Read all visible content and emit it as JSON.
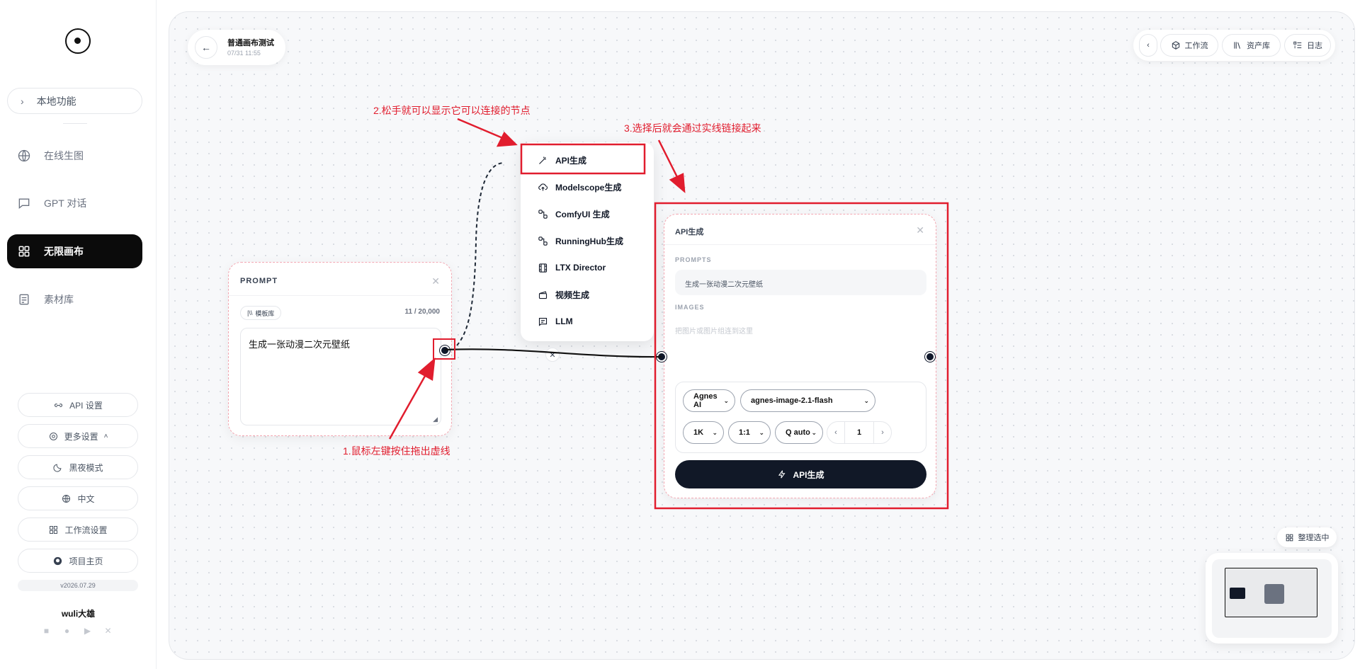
{
  "sidebar": {
    "local_btn": "本地功能",
    "nav": [
      {
        "label": "在线生图",
        "icon": "globe-icon"
      },
      {
        "label": "GPT 对话",
        "icon": "chat-icon"
      },
      {
        "label": "无限画布",
        "icon": "grid-icon"
      },
      {
        "label": "素材库",
        "icon": "library-icon"
      }
    ],
    "settings": [
      {
        "label": "API 设置",
        "icon": "link-icon"
      },
      {
        "label": "更多设置",
        "icon": "gear-icon"
      },
      {
        "label": "黑夜模式",
        "icon": "moon-icon"
      },
      {
        "label": "中文",
        "icon": "globe-icon"
      },
      {
        "label": "工作流设置",
        "icon": "grid-icon"
      },
      {
        "label": "项目主页",
        "icon": "github-icon"
      }
    ],
    "version": "v2026.07.29",
    "username": "wuli大雄"
  },
  "header": {
    "title": "普通画布测试",
    "date": "07/31 11:55"
  },
  "toolbar": {
    "workflow": "工作流",
    "assets": "资产库",
    "logs": "日志"
  },
  "annotations": {
    "step1": "1.鼠标左键按住拖出虚线",
    "step2": "2.松手就可以显示它可以连接的节点",
    "step3": "3.选择后就会通过实线链接起来"
  },
  "prompt_node": {
    "title": "PROMPT",
    "template_btn": "模板库",
    "count": "11 / 20,000",
    "text": "生成一张动漫二次元壁纸"
  },
  "menu": {
    "items": [
      {
        "label": "API生成",
        "icon": "magic-wand-icon"
      },
      {
        "label": "Modelscope生成",
        "icon": "cloud-upload-icon"
      },
      {
        "label": "ComfyUI 生成",
        "icon": "nodes-icon"
      },
      {
        "label": "RunningHub生成",
        "icon": "nodes-icon"
      },
      {
        "label": "LTX Director",
        "icon": "film-icon"
      },
      {
        "label": "视频生成",
        "icon": "clapper-icon"
      },
      {
        "label": "LLM",
        "icon": "message-icon"
      }
    ]
  },
  "api_node": {
    "title": "API生成",
    "prompts_label": "PROMPTS",
    "prompt_text": "生成一张动漫二次元壁纸",
    "images_label": "IMAGES",
    "images_placeholder": "把图片或图片组连到这里",
    "provider": "Agnes AI",
    "model": "agnes-image-2.1-flash",
    "resolution": "1K",
    "ratio": "1:1",
    "quality": "Q auto",
    "count": "1",
    "generate_btn": "API生成"
  },
  "organize_btn": "整理选中",
  "colors": {
    "accent": "#0b0b0b",
    "annotation": "#e11d2e",
    "handle": "#0f172a"
  }
}
